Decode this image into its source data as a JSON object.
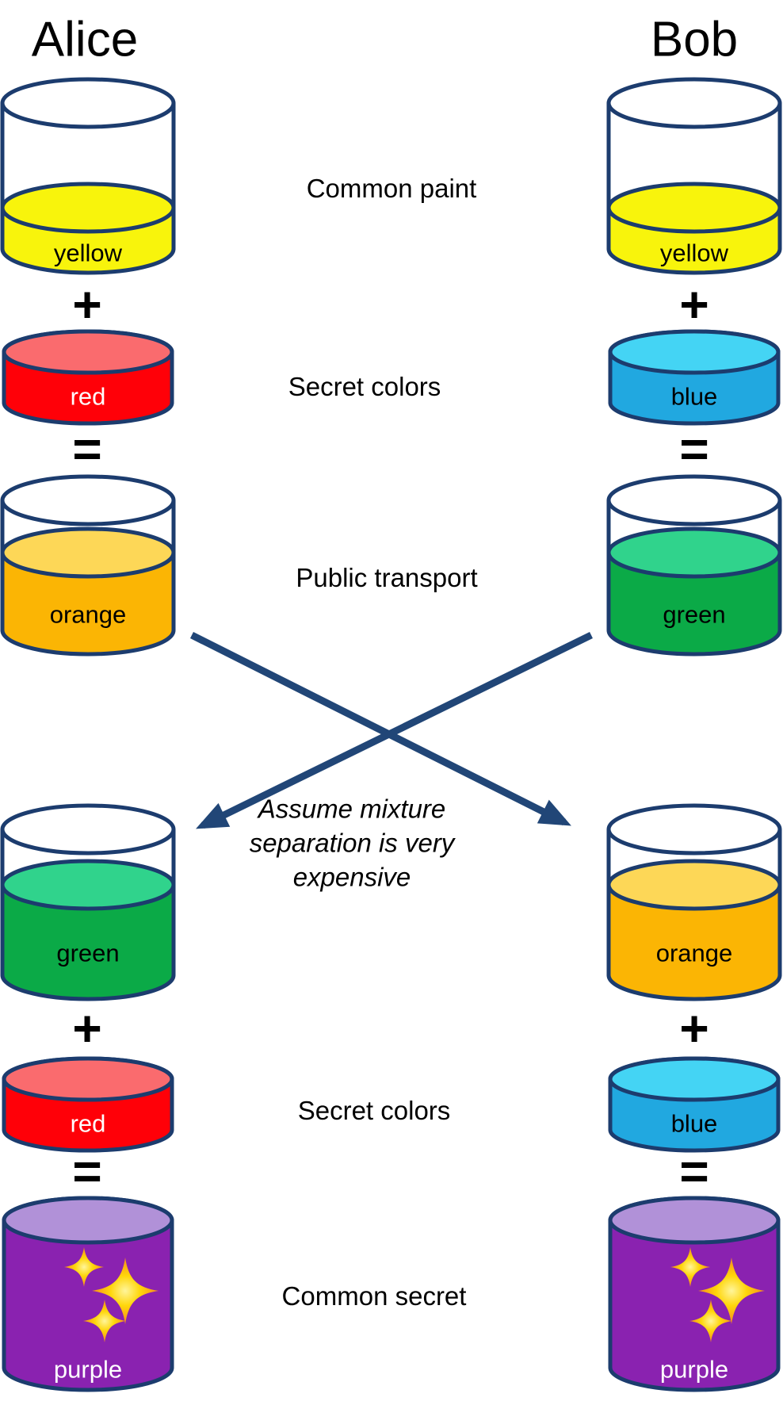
{
  "columns": {
    "alice": {
      "title": "Alice",
      "vessels": [
        {
          "name": "alice-yellow-cup",
          "kind": "cup",
          "label": "yellow",
          "label_color": "#000000",
          "body": "#f8f40c",
          "surface": "#f8f40c",
          "level": 0.28
        },
        {
          "name": "alice-red-disc",
          "kind": "disc",
          "label": "red",
          "label_color": "#ffffff",
          "body": "#ff0008",
          "surface": "#fa6b6e"
        },
        {
          "name": "alice-orange-cup",
          "kind": "cup",
          "label": "orange",
          "label_color": "#000000",
          "body": "#fbb504",
          "surface": "#fdd757",
          "level": 0.6
        },
        {
          "name": "alice-green-cup",
          "kind": "cup",
          "label": "green",
          "label_color": "#000000",
          "body": "#0baa47",
          "surface": "#30d38c",
          "level": 0.62
        },
        {
          "name": "alice-red-disc-2",
          "kind": "disc",
          "label": "red",
          "label_color": "#ffffff",
          "body": "#ff0008",
          "surface": "#fa6b6e"
        },
        {
          "name": "alice-purple-cylinder",
          "kind": "cyl",
          "label": "purple",
          "label_color": "#ffffff",
          "body": "#8a22b0",
          "surface": "#b191d8",
          "sparkles": true
        }
      ]
    },
    "bob": {
      "title": "Bob",
      "vessels": [
        {
          "name": "bob-yellow-cup",
          "kind": "cup",
          "label": "yellow",
          "label_color": "#000000",
          "body": "#f8f40c",
          "surface": "#f8f40c",
          "level": 0.28
        },
        {
          "name": "bob-blue-disc",
          "kind": "disc",
          "label": "blue",
          "label_color": "#000000",
          "body": "#21a8e0",
          "surface": "#44d4f4"
        },
        {
          "name": "bob-green-cup",
          "kind": "cup",
          "label": "green",
          "label_color": "#000000",
          "body": "#0baa47",
          "surface": "#30d38c",
          "level": 0.6
        },
        {
          "name": "bob-orange-cup",
          "kind": "cup",
          "label": "orange",
          "label_color": "#000000",
          "body": "#fbb504",
          "surface": "#fdd757",
          "level": 0.62
        },
        {
          "name": "bob-blue-disc-2",
          "kind": "disc",
          "label": "blue",
          "label_color": "#000000",
          "body": "#21a8e0",
          "surface": "#44d4f4"
        },
        {
          "name": "bob-purple-cylinder",
          "kind": "cyl",
          "label": "purple",
          "label_color": "#ffffff",
          "body": "#8a22b0",
          "surface": "#b191d8",
          "sparkles": true
        }
      ]
    }
  },
  "annotations": {
    "common_paint": "Common paint",
    "secret_colors_top": "Secret colors",
    "public_transport": "Public transport",
    "assume_note_lines": [
      "Assume mixture",
      "separation is very",
      "expensive"
    ],
    "secret_colors_bottom": "Secret colors",
    "common_secret": "Common secret"
  },
  "operators": {
    "plus": "+",
    "equals": "="
  },
  "colors": {
    "outline": "#1c3c6e",
    "arrow": "#214677",
    "sparkle_inner": "#fff59b",
    "sparkle_mid": "#ffd60a",
    "sparkle_outer": "#f68a1d"
  }
}
